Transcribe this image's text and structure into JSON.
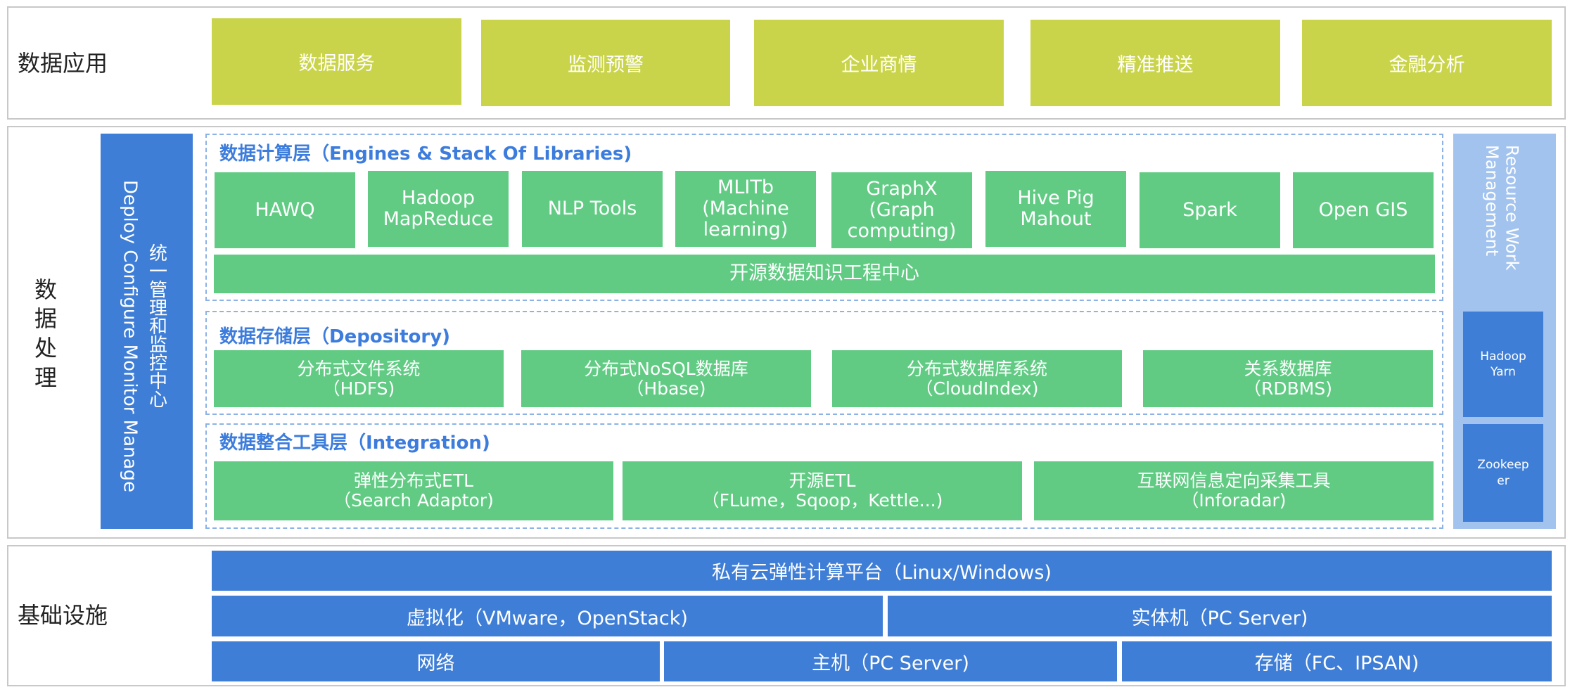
{
  "sections": {
    "app": {
      "label": "数据应用",
      "items": [
        "数据服务",
        "监测预警",
        "企业商情",
        "精准推送",
        "金融分析"
      ]
    },
    "processing": {
      "label": "数据处理"
    },
    "infra": {
      "label": "基础设施"
    }
  },
  "deploy": {
    "cn": "统一管理和监控中心",
    "en": "Deploy Configure Monitor Manage"
  },
  "compute": {
    "title": "数据计算层（Engines & Stack Of Libraries)",
    "items": [
      "HAWQ",
      "Hadoop\nMapReduce",
      "NLP Tools",
      "MLITb\n(Machine\nlearning)",
      "GraphX\n(Graph\ncomputing)",
      "Hive Pig\nMahout",
      "Spark",
      "Open GIS"
    ],
    "bottom": "开源数据知识工程中心"
  },
  "storage": {
    "title": "数据存储层（Depository)",
    "items": [
      "分布式文件系统\n（HDFS)",
      "分布式NoSQL数据库\n（Hbase)",
      "分布式数据库系统\n（CloudIndex)",
      "关系数据库\n（RDBMS)"
    ]
  },
  "integration": {
    "title": "数据整合工具层（Integration)",
    "items": [
      "弹性分布式ETL\n（Search Adaptor)",
      "开源ETL\n（FLume，Sqoop，Kettle...)",
      "互联网信息定向采集工具\n（Inforadar)"
    ]
  },
  "resource": {
    "title": "Resource Work Management",
    "items": [
      "Hadoop\nYarn",
      "Zookeep\ner"
    ]
  },
  "infra": {
    "row1": "私有云弹性计算平台（Linux/Windows)",
    "row2": [
      "虚拟化（VMware，OpenStack)",
      "实体机（PC Server)"
    ],
    "row3": [
      "网络",
      "主机（PC Server)",
      "存储（FC、IPSAN)"
    ]
  },
  "colors": {
    "app": "#cad44a",
    "green": "#61cb84",
    "blue": "#3f7ed6",
    "resource": "#a3c3ef",
    "layer_title": "#3c7cdc"
  }
}
